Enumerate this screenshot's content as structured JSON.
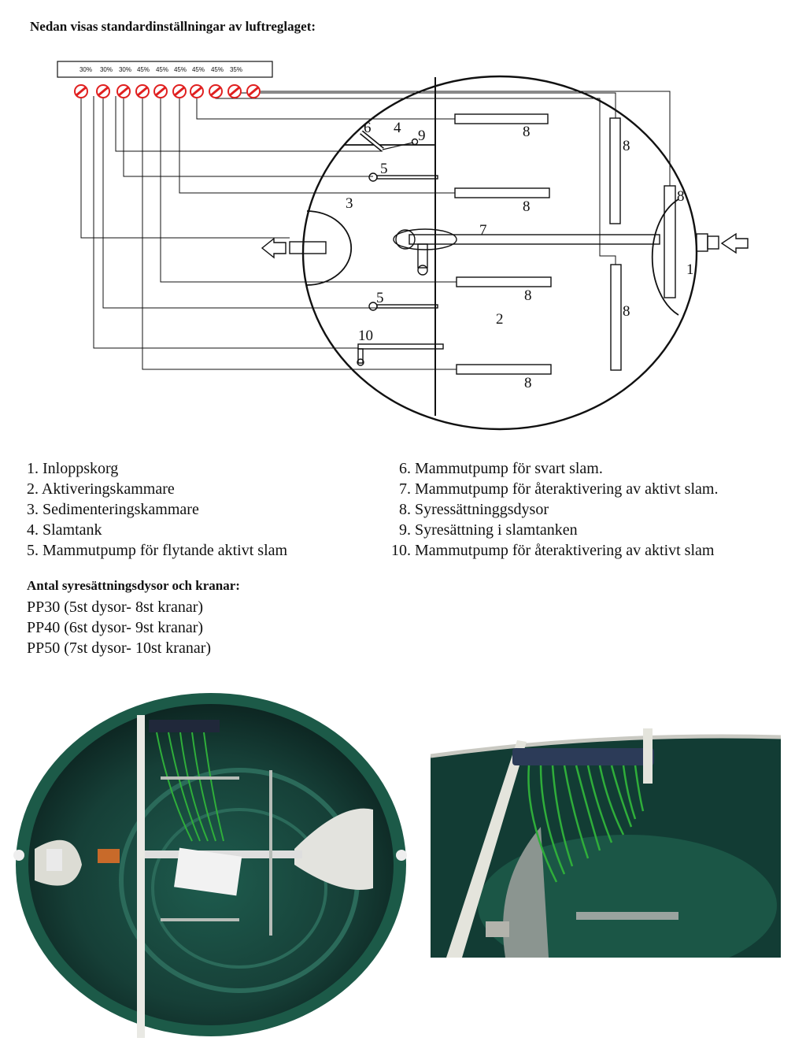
{
  "heading": "Nedan visas standardinställningar av luftreglaget:",
  "valves": [
    "30%",
    "30%",
    "30%",
    "45%",
    "45%",
    "45%",
    "45%",
    "45%",
    "35%"
  ],
  "diagram_labels": {
    "n1": "1",
    "n2": "2",
    "n3": "3",
    "n4": "4",
    "n5a": "5",
    "n5b": "5",
    "n6": "6",
    "n7": "7",
    "n8": "8",
    "n9": "9",
    "n10": "10"
  },
  "legend_left": [
    {
      "num": "1.",
      "text": "Inloppskorg"
    },
    {
      "num": "2.",
      "text": "Aktiveringskammare"
    },
    {
      "num": "3.",
      "text": "Sedimenteringskammare"
    },
    {
      "num": "4.",
      "text": "Slamtank"
    },
    {
      "num": "5.",
      "text": "Mammutpump för flytande aktivt slam"
    }
  ],
  "legend_right": [
    {
      "num": "6.",
      "text": "Mammutpump för svart slam."
    },
    {
      "num": "7.",
      "text": "Mammutpump för återaktivering av aktivt slam."
    },
    {
      "num": "8.",
      "text": "Syressättninggsdysor"
    },
    {
      "num": "9.",
      "text": "Syresättning i slamtanken"
    },
    {
      "num": "10.",
      "text": "Mammutpump för återaktivering av aktivt slam"
    }
  ],
  "models_heading": "Antal syresättningsdysor och kranar:",
  "models": [
    "PP30 (5st dysor- 8st kranar)",
    "PP40 (6st dysor- 9st kranar)",
    "PP50 (7st dysor- 10st kranar)"
  ],
  "colors": {
    "valve_red": "#e02020",
    "tank_green": "#1f4f44",
    "hose_green": "#2fae3a",
    "manifold": "#2c3b58"
  }
}
